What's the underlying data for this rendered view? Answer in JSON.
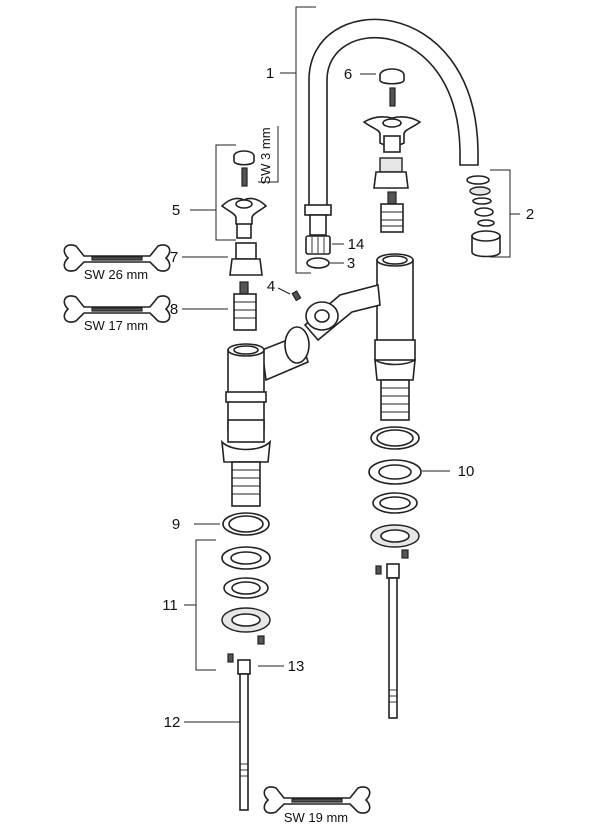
{
  "part_labels": {
    "p1": "1",
    "p2": "2",
    "p3": "3",
    "p4": "4",
    "p5": "5",
    "p6": "6",
    "p7": "7",
    "p8": "8",
    "p9": "9",
    "p10": "10",
    "p11": "11",
    "p12": "12",
    "p13": "13",
    "p14": "14"
  },
  "tools": {
    "wrench_26": "SW 26 mm",
    "wrench_17": "SW 17 mm",
    "wrench_19": "SW 19 mm",
    "hex_key_3": "SW 3 mm"
  }
}
